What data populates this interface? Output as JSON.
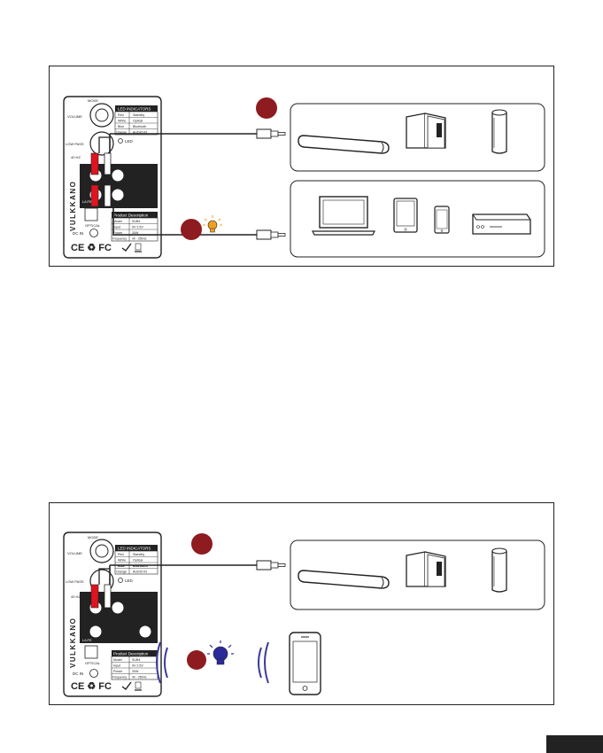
{
  "colors": {
    "accent_red": "#8e1b1f",
    "led_orange": "#f0a020",
    "led_blue": "#2a2a9a",
    "wave_blue": "#3a3a9a",
    "plug_red": "#e0141e"
  },
  "panel1": {
    "led_table_title": "LED INDICATORS",
    "led_rows": [
      [
        "Red",
        "Standby"
      ],
      [
        "White",
        "Optical"
      ],
      [
        "Blue",
        "Bluetooth"
      ],
      [
        "Orange",
        "AUDIO IN"
      ]
    ],
    "labels": {
      "mode": "MODE",
      "volume": "VOLUME",
      "low_pass": "LOW PASS",
      "hz": "40 HZ",
      "led": "LED",
      "lr_pe": "L/LFE",
      "optical": "OPTICAL",
      "dc_in": "DC IN",
      "brand": "VULKKANO"
    },
    "product_title": "Product Description",
    "product_rows": [
      [
        "Model",
        "SUB4"
      ],
      [
        "Input",
        "9V 2.5V"
      ],
      [
        "Power",
        "30W"
      ],
      [
        "Frequency",
        "40 - 250Hz"
      ]
    ],
    "cert_marks": "CE ♻ FC"
  },
  "panel2": {
    "led_table_title": "LED INDICATORS",
    "led_rows": [
      [
        "Red",
        "Standby"
      ],
      [
        "White",
        "Optical"
      ],
      [
        "Blue",
        "Bluetooth"
      ],
      [
        "Orange",
        "AUDIO IN"
      ]
    ],
    "labels": {
      "mode": "MODE",
      "volume": "VOLUME",
      "low_pass": "LOW PASS",
      "hz": "40 HZ",
      "led": "LED",
      "lr_pe": "L/LFE",
      "optical": "OPTICAL",
      "dc_in": "DC IN",
      "brand": "VULKKANO"
    },
    "product_title": "Product Description",
    "product_rows": [
      [
        "Model",
        "SUB4"
      ],
      [
        "Input",
        "9V 2.5V"
      ],
      [
        "Power",
        "30W"
      ],
      [
        "Frequency",
        "40 - 250Hz"
      ]
    ],
    "cert_marks": "CE ♻ FC"
  }
}
